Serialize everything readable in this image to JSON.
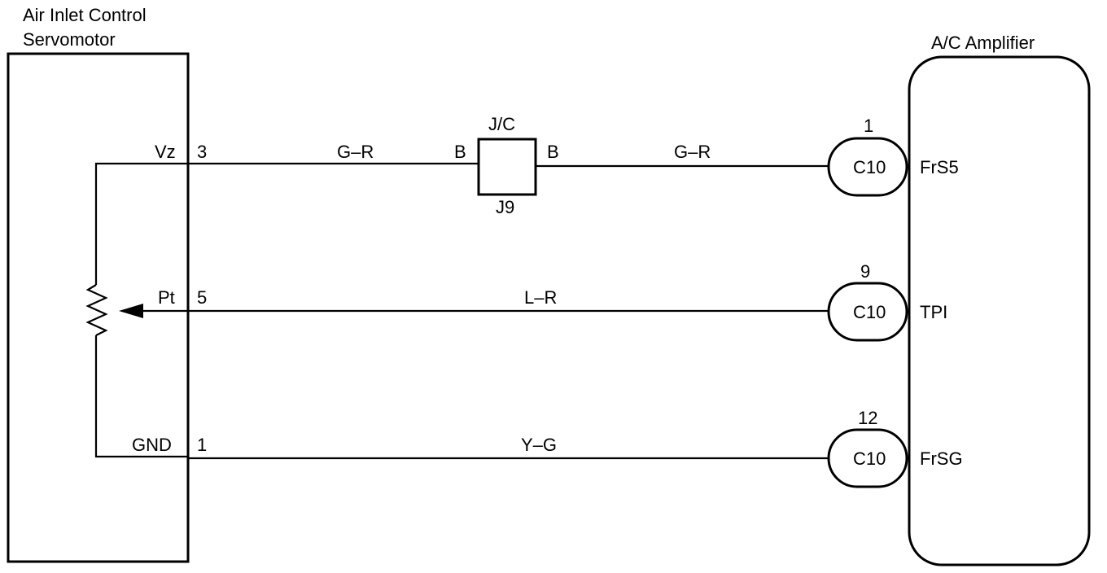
{
  "servomotor": {
    "title_line1": "Air Inlet Control",
    "title_line2": "Servomotor"
  },
  "amplifier": {
    "title": "A/C Amplifier"
  },
  "junction": {
    "top_label": "J/C",
    "bottom_label": "J9",
    "left_pin": "B",
    "right_pin": "B"
  },
  "circuits": [
    {
      "terminal": "Vz",
      "pin": "3",
      "wire_left": "G–R",
      "wire_right": "G–R",
      "connector": "C10",
      "connector_pin": "1",
      "amp_terminal": "FrS5"
    },
    {
      "terminal": "Pt",
      "pin": "5",
      "wire": "L–R",
      "connector": "C10",
      "connector_pin": "9",
      "amp_terminal": "TPI"
    },
    {
      "terminal": "GND",
      "pin": "1",
      "wire": "Y–G",
      "connector": "C10",
      "connector_pin": "12",
      "amp_terminal": "FrSG"
    }
  ]
}
